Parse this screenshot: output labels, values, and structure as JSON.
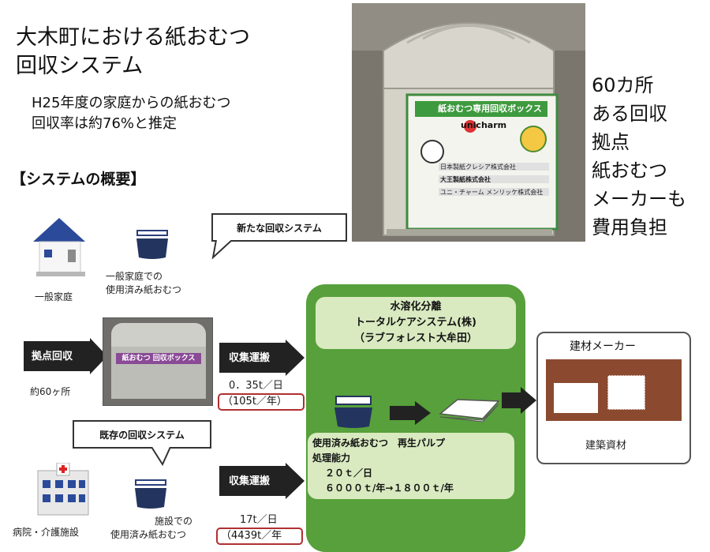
{
  "title": {
    "line1": "大木町における紙おむつ",
    "line2": "回収システム"
  },
  "subtitle": {
    "line1": "H25年度の家庭からの紙おむつ",
    "line2": "回収率は約76%と推定"
  },
  "side_note": {
    "lines": [
      "60カ所",
      "ある回収",
      "拠点",
      "紙おむつ",
      "メーカーも",
      "費用負担"
    ]
  },
  "photo": {
    "sign_label": "紙おむつ専用回収ボックス",
    "sponsor1": "unicharm",
    "sponsor2": "日本製紙クレシア株式会社",
    "sponsor3": "大王製紙株式会社",
    "sponsor4": "ユニ・チャーム メンリッケ株式会社"
  },
  "diagram": {
    "overview_label": "【システムの概要】",
    "new_system_label": "新たな回収システム",
    "existing_system_label": "既存の回収システム",
    "household_label": "一般家庭",
    "household_diaper_label_line1": "一般家庭での",
    "household_diaper_label_line2": "使用済み紙おむつ",
    "hub_label": "拠点回収",
    "hub_count": "約60ヶ所",
    "box_label": "紙おむつ 回収ボックス",
    "transport_label1": "収集運搬",
    "transport_label2": "収集運搬",
    "daily_amount1": "0．35t／日",
    "yearly_amount1": "（105t／年）",
    "hospital_label": "病院・介護施設",
    "facility_diaper_label_line1": "施設での",
    "facility_diaper_label_line2": "使用済み紙おむつ",
    "daily_amount2": "17t／日",
    "yearly_amount2": "（4439t／年",
    "process_title_line1": "水溶化分離",
    "process_title_line2": "トータルケアシステム(株)",
    "process_title_line3": "（ラブフォレスト大牟田）",
    "process_detail_line1": "使用済み紙おむつ　再生パルプ",
    "process_detail_line2": "処理能力",
    "process_detail_line3": "２０ｔ／日",
    "process_detail_line4": "６０００ｔ/年→１８００ｔ/年",
    "maker_label": "建材メーカー",
    "material_label": "建築資材"
  }
}
